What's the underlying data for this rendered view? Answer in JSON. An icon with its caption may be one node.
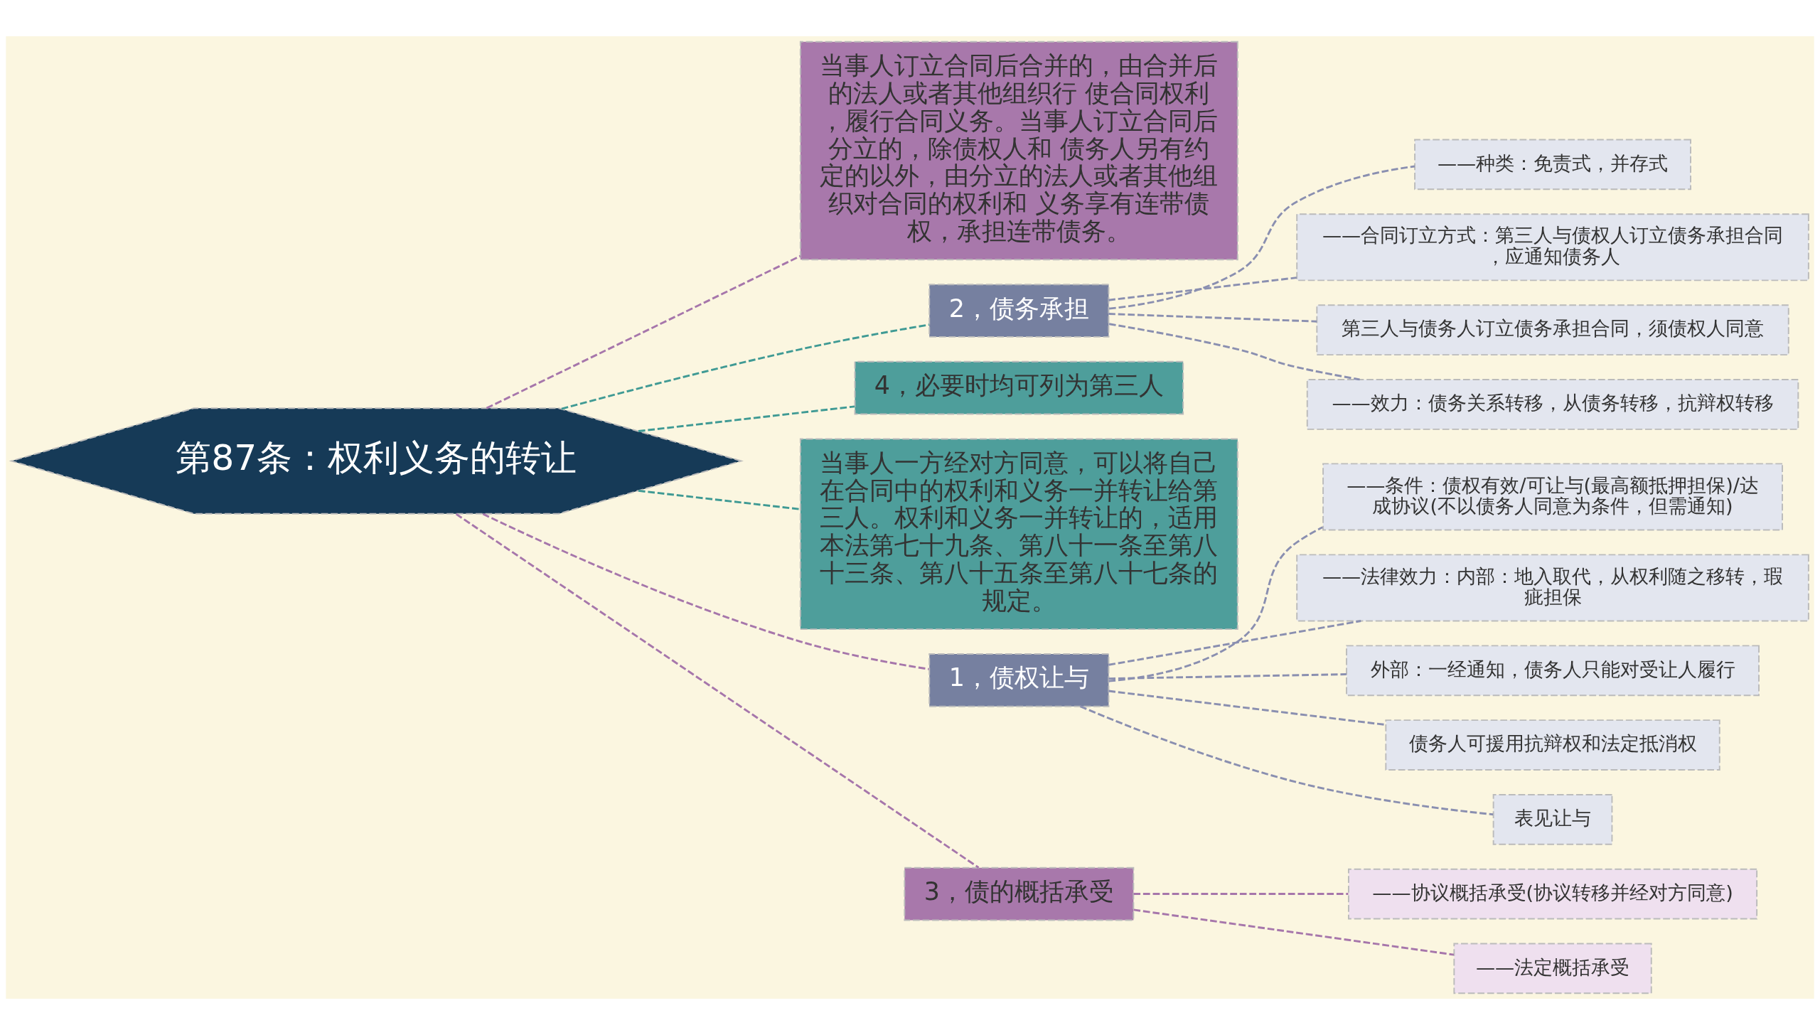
{
  "diagram": {
    "nodes": [
      {
        "text": [
          "第87条：权利义务的转让"
        ]
      },
      {
        "text": [
          "当事人订立合同后合并的，由合并后的法人或者其他组织行 使合同权利，履行合同义务。当事人订立合同后分立的，除债权人和 债务人另有约定的以外，由分立的法人或者其他组织对合同的权利和 义务享有连带债权，承担连带债务。"
        ]
      },
      {
        "text": [
          "2，债务承担"
        ]
      },
      {
        "text": [
          "——种类：免责式，并存式"
        ]
      },
      {
        "text": [
          "——合同订立方式：第三人与债权人订立债务承担合同，应通知债务人"
        ]
      },
      {
        "text": [
          "第三人与债务人订立债务承担合同，须债权人同意"
        ]
      },
      {
        "text": [
          "——效力：债务关系转移，从债务转移，抗辩权转移"
        ]
      },
      {
        "text": [
          "4，必要时均可列为第三人"
        ]
      },
      {
        "text": [
          "当事人一方经对方同意，可以将自己在合同中的权利和义务一并转让给第三人。权利和义务一并转让的，适用本法第七十九条、第八十一条至第八十三条、第八十五条至第八十七条的规定。"
        ]
      },
      {
        "text": [
          "1，债权让与"
        ]
      },
      {
        "text": [
          "——条件：债权有效/可让与(最高额抵押担保)/达成协议(不以债务人同意为条件，但需通知)"
        ]
      },
      {
        "text": [
          "——法律效力：内部：地入取代，从权利随之移转，瑕疵担保"
        ]
      },
      {
        "text": [
          "外部：一经通知，债务人只能对受让人履行"
        ]
      },
      {
        "text": [
          "债务人可援用抗辩权和法定抵消权"
        ]
      },
      {
        "text": [
          "表见让与"
        ]
      },
      {
        "text": [
          "3，债的概括承受"
        ]
      },
      {
        "text": [
          "——协议概括承受(协议转移并经对方同意)"
        ]
      },
      {
        "text": [
          "——法定概括承受"
        ]
      }
    ],
    "edges": [
      {
        "from": 0,
        "to": 1,
        "arrow": "none",
        "style": "dashed",
        "color": "#a676ab"
      },
      {
        "from": 0,
        "to": 2,
        "arrow": "none",
        "style": "dashed",
        "color": "#3f9a94"
      },
      {
        "from": 2,
        "to": 3,
        "arrow": "none",
        "style": "dashed"
      },
      {
        "from": 2,
        "to": 4,
        "arrow": "none",
        "style": "dashed"
      },
      {
        "from": 2,
        "to": 5,
        "arrow": "none",
        "style": "dashed"
      },
      {
        "from": 2,
        "to": 6,
        "arrow": "none",
        "style": "dashed"
      },
      {
        "from": 0,
        "to": 7,
        "arrow": "none",
        "style": "dashed",
        "color": "#3f9a94"
      },
      {
        "from": 0,
        "to": 8,
        "arrow": "none",
        "style": "dashed",
        "color": "#3f9a94"
      },
      {
        "from": 0,
        "to": 9,
        "arrow": "none",
        "style": "dashed",
        "color": "#a676ab"
      },
      {
        "from": 9,
        "to": 10,
        "arrow": "none",
        "style": "dashed"
      },
      {
        "from": 9,
        "to": 11,
        "arrow": "none",
        "style": "dashed"
      },
      {
        "from": 9,
        "to": 12,
        "arrow": "none",
        "style": "dashed"
      },
      {
        "from": 9,
        "to": 13,
        "arrow": "none",
        "style": "dashed"
      },
      {
        "from": 9,
        "to": 14,
        "arrow": "none",
        "style": "dashed"
      },
      {
        "from": 0,
        "to": 15,
        "arrow": "none",
        "style": "dashed",
        "color": "#a676ab"
      },
      {
        "from": 15,
        "to": 16,
        "arrow": "none",
        "style": "dashed",
        "color": "#a676ab"
      },
      {
        "from": 15,
        "to": 17,
        "arrow": "none",
        "style": "dashed",
        "color": "#a676ab"
      }
    ]
  }
}
